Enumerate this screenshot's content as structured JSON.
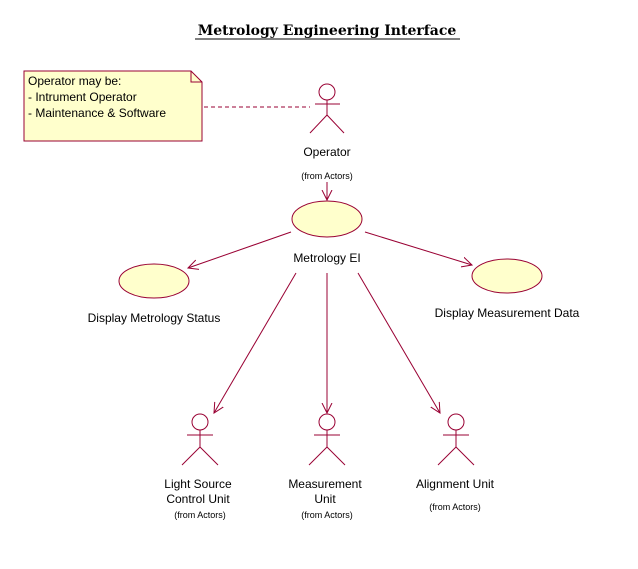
{
  "title": "Metrology Engineering Interface",
  "colors": {
    "stroke": "#990033",
    "fill": "#ffffcc"
  },
  "note": {
    "lines": [
      "Operator may be:",
      "- Intrument Operator",
      "- Maintenance & Software"
    ]
  },
  "actors": {
    "operator": {
      "name": "Operator",
      "from": "(from Actors)"
    },
    "light_source": {
      "name_line1": "Light Source",
      "name_line2": "Control Unit",
      "from": "(from Actors)"
    },
    "measurement": {
      "name_line1": "Measurement",
      "name_line2": "Unit",
      "from": "(from Actors)"
    },
    "alignment": {
      "name": "Alignment Unit",
      "from": "(from Actors)"
    }
  },
  "use_cases": {
    "metrology_ei": "Metrology EI",
    "display_status": "Display Metrology Status",
    "display_data": "Display Measurement Data"
  }
}
